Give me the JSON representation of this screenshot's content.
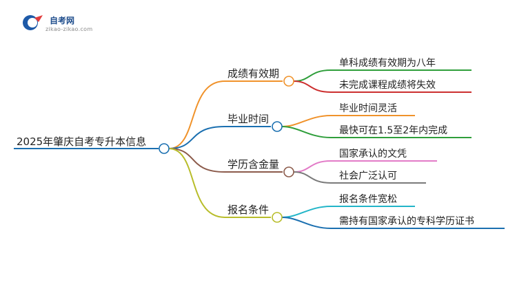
{
  "logo": {
    "name": "自考网",
    "url_text": "zikao-zikao.com"
  },
  "mindmap": {
    "root": "2025年肇庆自考专升本信息",
    "branches": [
      {
        "label": "成绩有效期",
        "color": "#f0922a",
        "children": [
          {
            "label": "单科成绩有效期为八年",
            "color": "#2e9e3a"
          },
          {
            "label": "未完成课程成绩将失效",
            "color": "#cc2e2e"
          }
        ]
      },
      {
        "label": "毕业时间",
        "color": "#1a6fb0",
        "children": [
          {
            "label": "毕业时间灵活",
            "color": "#f0922a"
          },
          {
            "label": "最快可在1.5至2年内完成",
            "color": "#2e9e3a"
          }
        ]
      },
      {
        "label": "学历含金量",
        "color": "#8b5a4a",
        "children": [
          {
            "label": "国家承认的文凭",
            "color": "#e27ac7"
          },
          {
            "label": "社会广泛认可",
            "color": "#7a7a7a"
          }
        ]
      },
      {
        "label": "报名条件",
        "color": "#b8bd2a",
        "children": [
          {
            "label": "报名条件宽松",
            "color": "#22b5c8"
          },
          {
            "label": "需持有国家承认的专科学历证书",
            "color": "#1a6fb0"
          }
        ]
      }
    ]
  }
}
